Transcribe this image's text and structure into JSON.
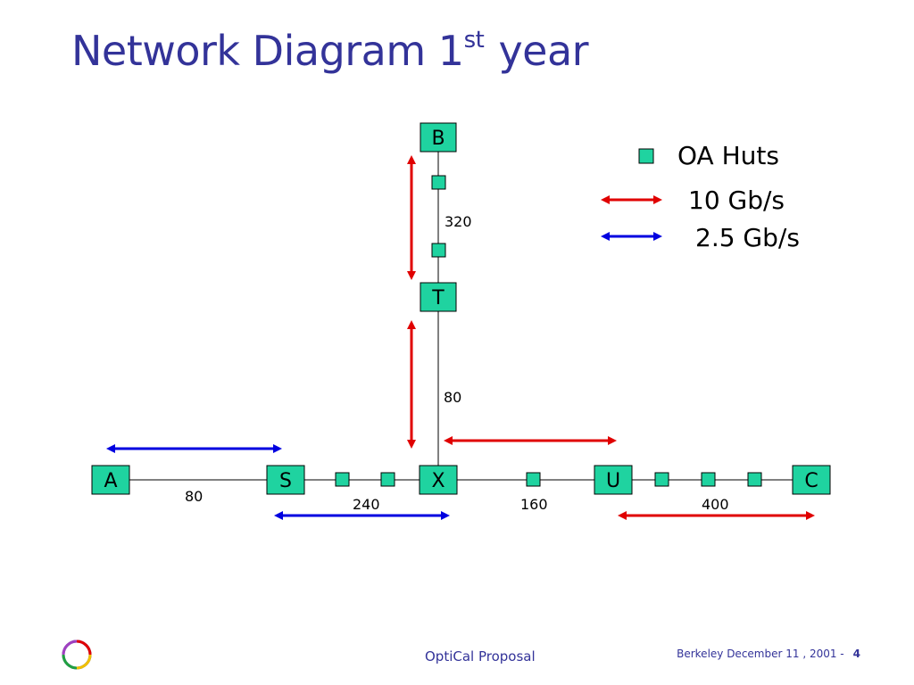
{
  "slide": {
    "title_main": "Network Diagram 1",
    "title_sup": "st",
    "title_end": " year"
  },
  "nodes": [
    {
      "id": "B",
      "label": "B"
    },
    {
      "id": "T",
      "label": "T"
    },
    {
      "id": "A",
      "label": "A"
    },
    {
      "id": "S",
      "label": "S"
    },
    {
      "id": "X",
      "label": "X"
    },
    {
      "id": "U",
      "label": "U"
    },
    {
      "id": "C",
      "label": "C"
    }
  ],
  "distances": {
    "B_T": "320",
    "T_X": "80",
    "A_S": "80",
    "S_X": "240",
    "X_U": "160",
    "U_C": "400"
  },
  "legend": {
    "oa_huts": "OA Huts",
    "red_rate": "10 Gb/s",
    "blue_rate": "2.5 Gb/s"
  },
  "colors": {
    "node_fill": "#1fd3a0",
    "red_arrow": "#e00000",
    "blue_arrow": "#0000e0",
    "title": "#333399"
  },
  "footer": {
    "center": "OptiCal Proposal",
    "right": "Berkeley December 11 , 2001    -",
    "page": "4"
  }
}
